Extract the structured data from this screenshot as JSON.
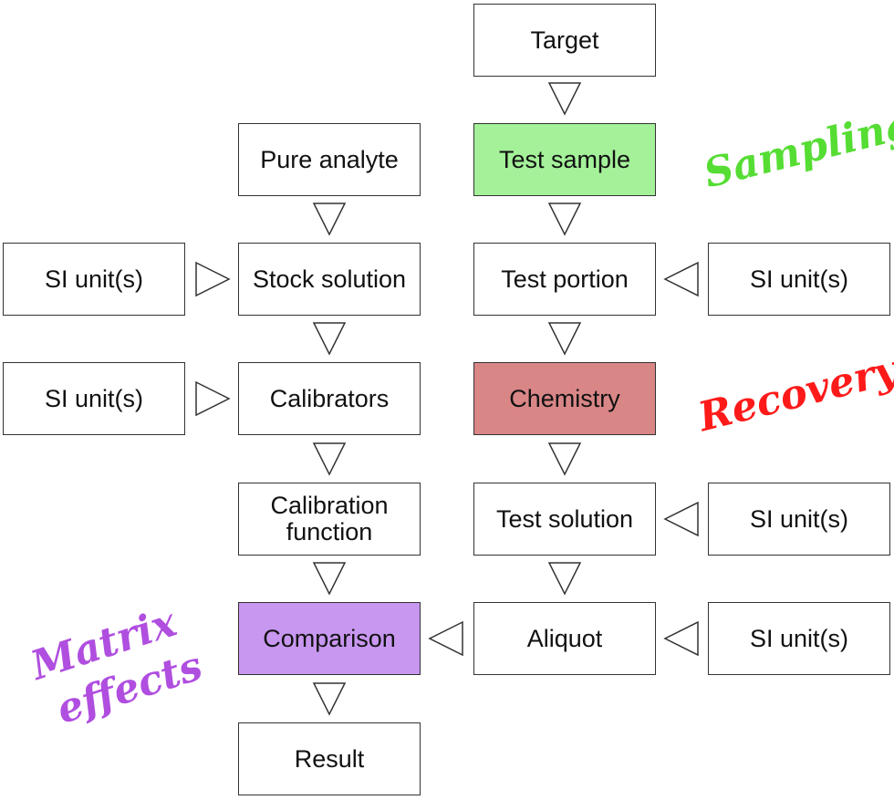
{
  "colors": {
    "border": "#333333",
    "test_sample_fill": "#a4f19a",
    "chemistry_fill": "#d98687",
    "comparison_fill": "#c897f0",
    "sampling_text": "#55dd33",
    "recovery_text": "#ff1a1a",
    "matrix_text": "#b04ee0"
  },
  "nodes": {
    "target": "Target",
    "test_sample": "Test sample",
    "pure_analyte": "Pure analyte",
    "stock_solution": "Stock solution",
    "test_portion": "Test portion",
    "si_stock": "SI unit(s)",
    "si_portion": "SI unit(s)",
    "si_calibrators": "SI unit(s)",
    "calibrators": "Calibrators",
    "chemistry": "Chemistry",
    "calibration_function": "Calibration\nfunction",
    "test_solution": "Test solution",
    "si_test_solution": "SI unit(s)",
    "comparison": "Comparison",
    "aliquot": "Aliquot",
    "si_aliquot": "SI unit(s)",
    "result": "Result"
  },
  "annotations": {
    "sampling": "Sampling",
    "recovery": "Recovery",
    "matrix_line1": "Matrix",
    "matrix_line2": "effects"
  }
}
